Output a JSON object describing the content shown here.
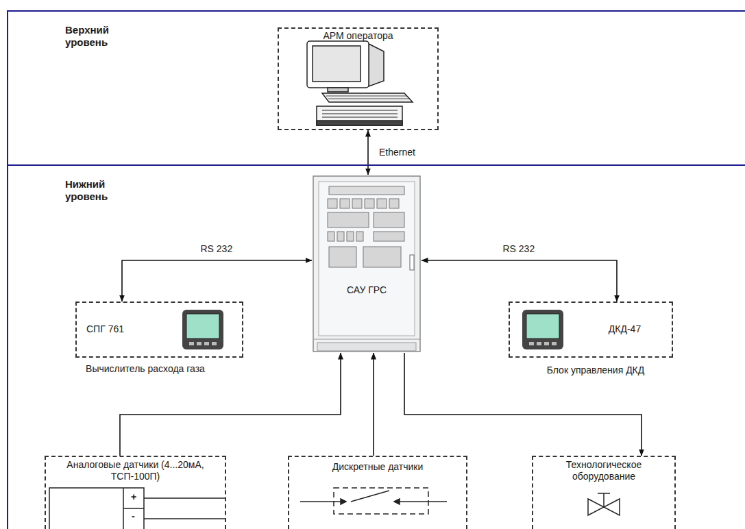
{
  "diagram": {
    "nodes": [
      {
        "text": [
          "Верхний уровень"
        ]
      },
      {
        "text": [
          "АРМ оператора"
        ],
        "in": 0
      },
      {
        "text": [
          "Нижний уровень"
        ]
      },
      {
        "text": [
          "САУ ГРС"
        ],
        "in": 2
      },
      {
        "text": [
          "СПГ 761",
          "Вычислитель расхода газа"
        ],
        "in": 2
      },
      {
        "text": [
          "ДКД-47",
          "Блок управления ДКД"
        ],
        "in": 2
      },
      {
        "text": [
          "Аналоговые датчики (4...20мА, ТСП-100П)"
        ],
        "in": 2
      },
      {
        "text": [
          "Дискретные датчики"
        ],
        "in": 2
      },
      {
        "text": [
          "Технологическое оборудование"
        ],
        "in": 2
      }
    ],
    "edges": [
      {
        "from": 1,
        "to": 3,
        "arrow": "both",
        "label": "Ethernet"
      },
      {
        "from": 3,
        "to": 4,
        "arrow": "both",
        "label": "RS 232"
      },
      {
        "from": 3,
        "to": 5,
        "arrow": "both",
        "label": "RS 232"
      },
      {
        "from": 6,
        "to": 3,
        "arrow": "to"
      },
      {
        "from": 7,
        "to": 3,
        "arrow": "to"
      },
      {
        "from": 3,
        "to": 8,
        "arrow": "to"
      }
    ],
    "labels": [
      "+",
      "-"
    ]
  }
}
